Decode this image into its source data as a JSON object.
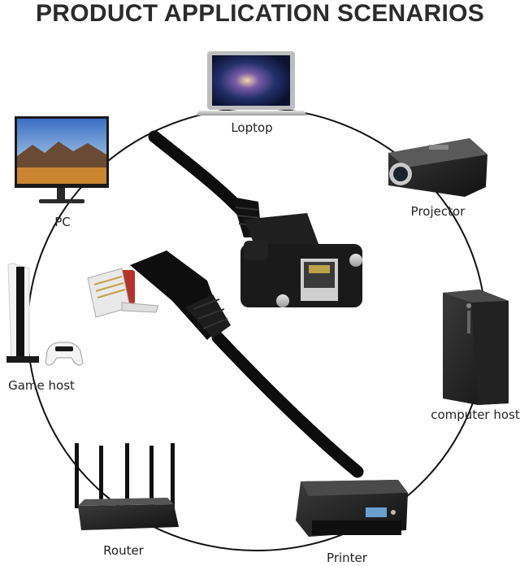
{
  "title": "PRODUCT APPLICATION SCENARIOS",
  "devices": {
    "laptop": "Loptop",
    "projector": "Projector",
    "pc": "PC",
    "game_host": "Game host",
    "computer_host": "computer host",
    "router": "Router",
    "printer": "Printer"
  }
}
